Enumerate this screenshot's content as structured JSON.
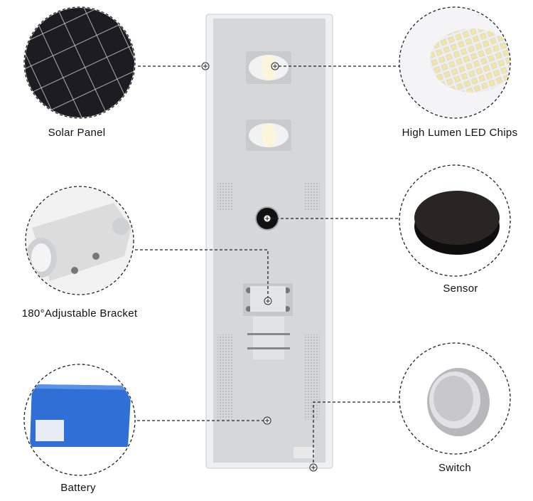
{
  "labels": {
    "solar_panel": "Solar Panel",
    "led_chips": "High Lumen LED Chips",
    "bracket": "180°Adjustable Bracket",
    "sensor": "Sensor",
    "battery": "Battery",
    "switch": "Switch"
  },
  "colors": {
    "panel_body": "#d9dadc",
    "frame": "#eef0f2",
    "battery": "#2f6fd6",
    "sensor": "#1a1a1a",
    "solar": "#1c1c22"
  }
}
